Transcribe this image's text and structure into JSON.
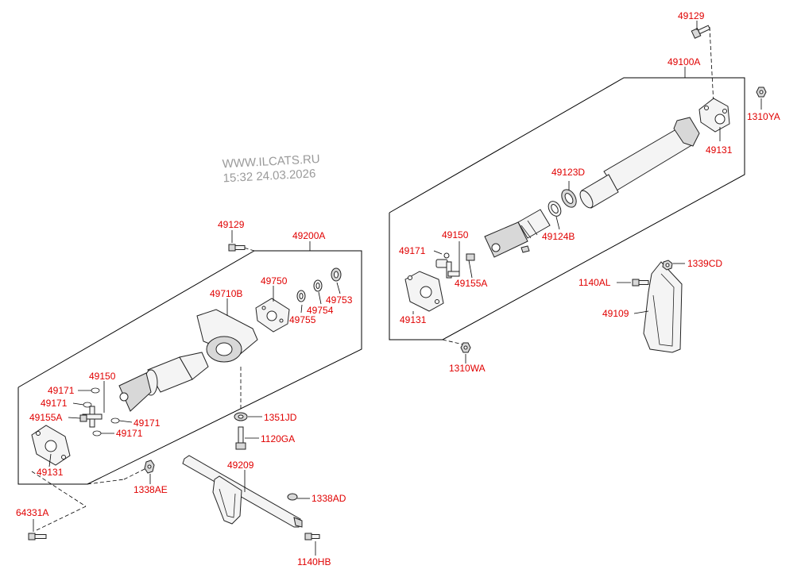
{
  "watermark": {
    "site": "WWW.ILCATS.RU",
    "datetime": "15:32  24.03.2026"
  },
  "colors": {
    "label": "#e00000",
    "line": "#000000",
    "watermark": "#9a9a9a"
  },
  "labels": {
    "rear_flange_bolt": "49129",
    "rear_shaft_assy": "49100A",
    "rear_nut": "1310YA",
    "rear_flange_yoke": "49131",
    "rear_bearing_cup": "49123D",
    "rear_seal": "49124B",
    "rear_cross_kit": "49150",
    "rear_snap_ring": "49171",
    "rear_grease_nipple": "49155A",
    "front_flange_yoke": "49131",
    "lower_nut": "1310WA",
    "loop_bolt": "1140AL",
    "loop_nut": "1339CD",
    "safety_loop": "49109",
    "front_flange_bolt": "49129",
    "front_shaft_assy": "49200A",
    "companion_flange": "49750",
    "flange_washer": "49755",
    "flange_seal": "49754",
    "flange_nut": "49753",
    "center_bearing": "49710B",
    "cross_kit": "49150",
    "snap_ring_1": "49171",
    "snap_ring_2": "49171",
    "snap_ring_3": "49171",
    "snap_ring_4": "49171",
    "grease_nipple": "49155A",
    "front_flange": "49131",
    "washer_jd": "1351JD",
    "bolt_ga": "1120GA",
    "mount_nut": "1338AE",
    "bracket": "49209",
    "bracket_nut": "1338AD",
    "rear_bolt": "64331A",
    "bracket_bolt": "1140HB"
  },
  "icons": {
    "bolt": "bolt-icon",
    "nut": "nut-icon",
    "washer": "washer-icon",
    "yoke": "yoke-icon",
    "shaft": "shaft-icon",
    "bearing": "bearing-icon",
    "cross": "cross-icon",
    "loop": "loop-icon",
    "bracket": "bracket-icon"
  }
}
